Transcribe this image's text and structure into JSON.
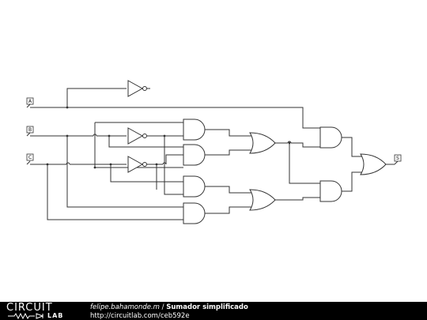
{
  "inputs": [
    {
      "id": "A",
      "label": "A"
    },
    {
      "id": "B",
      "label": "B"
    },
    {
      "id": "C",
      "label": "C"
    }
  ],
  "outputs": [
    {
      "id": "S",
      "label": "S"
    }
  ],
  "footer": {
    "logo_top": "CIRCUIT",
    "logo_bottom": "LAB",
    "author": "felipe.bahamonde.m",
    "separator": " / ",
    "title": "Sumador simplificado",
    "url": "http://circuitlab.com/ceb592e"
  }
}
